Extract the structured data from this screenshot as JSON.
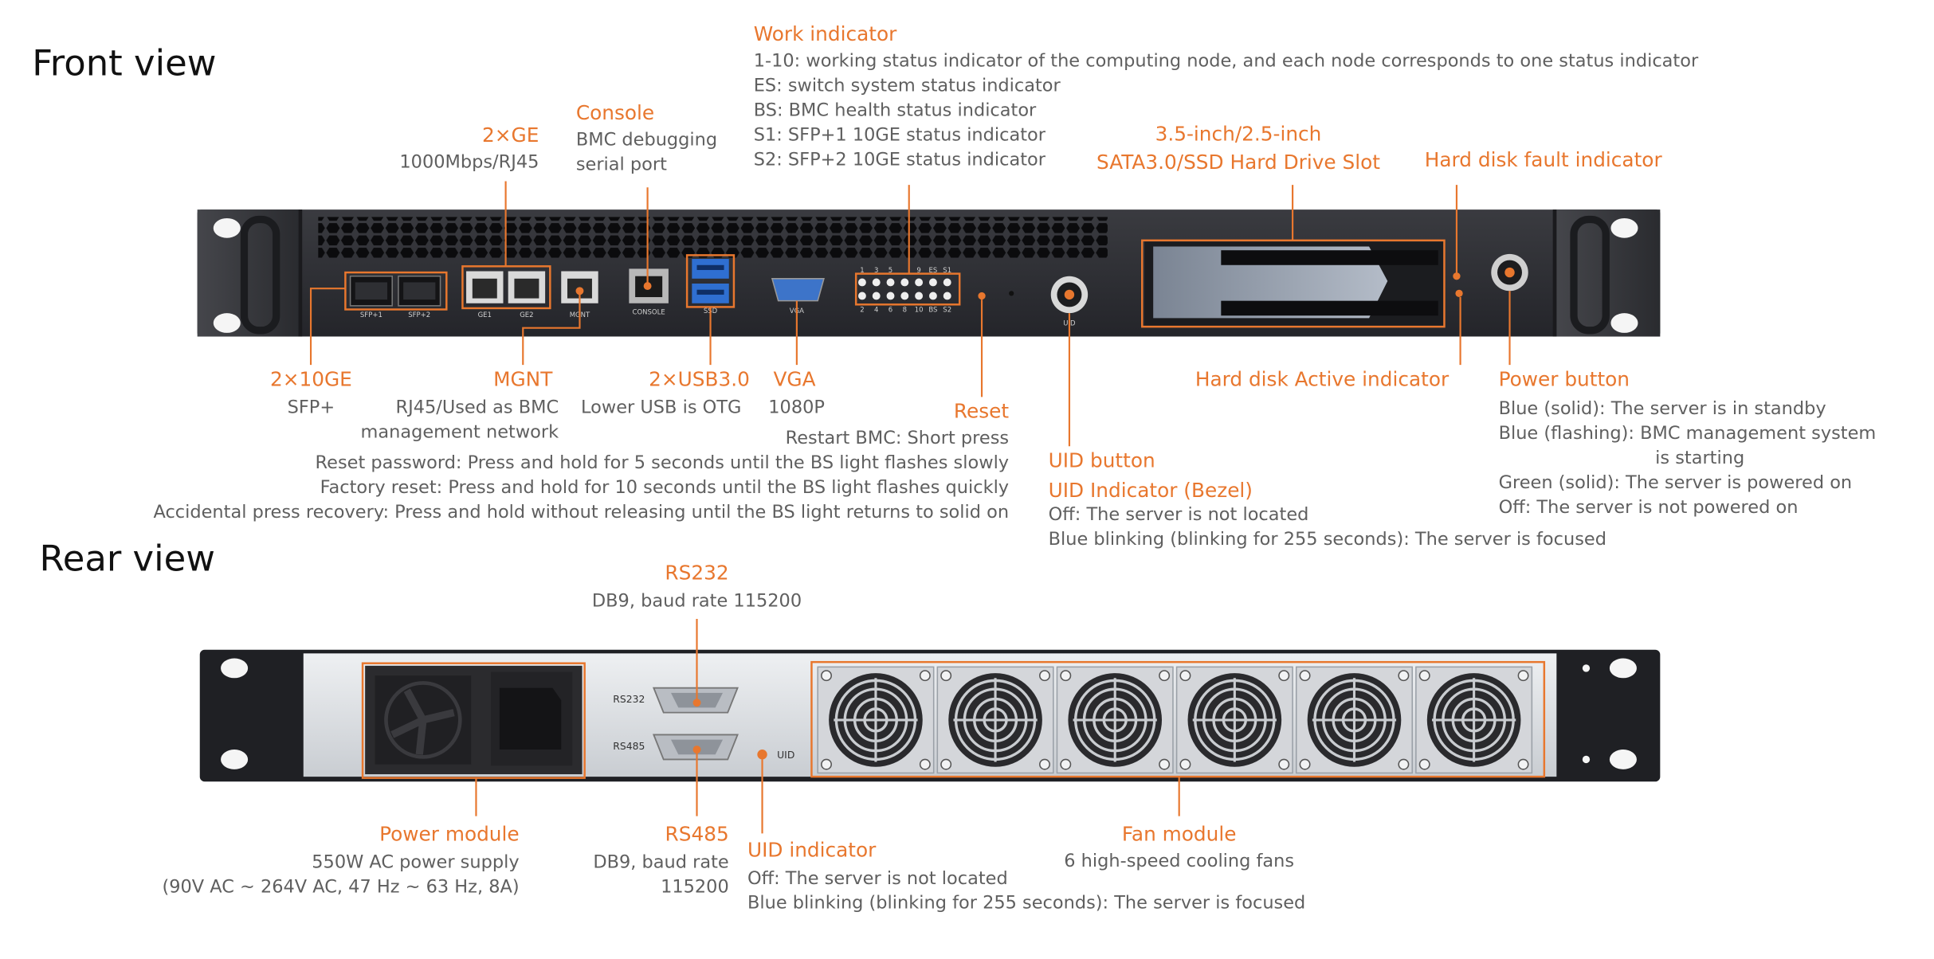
{
  "front": {
    "title": "Front view",
    "work": {
      "title": "Work indicator",
      "lines": [
        "1-10: working status indicator of the computing node, and each node corresponds to one status indicator",
        "ES: switch system status indicator",
        "BS: BMC health status indicator",
        "S1: SFP+1 10GE status indicator",
        "S2: SFP+2 10GE status indicator"
      ]
    },
    "ge": {
      "title": "2×GE",
      "desc": "1000Mbps/RJ45"
    },
    "console": {
      "title": "Console",
      "lines": [
        "BMC debugging",
        "serial port"
      ]
    },
    "slot": {
      "lines": [
        "3.5-inch/2.5-inch",
        "SATA3.0/SSD Hard Drive Slot"
      ]
    },
    "hdd_fault": {
      "title": "Hard disk fault indicator"
    },
    "sfp": {
      "title": "2×10GE",
      "desc": "SFP+"
    },
    "mgnt": {
      "title": "MGNT",
      "lines": [
        "RJ45/Used as BMC",
        "management network"
      ]
    },
    "usb": {
      "title": "2×USB3.0",
      "desc": "Lower USB is OTG"
    },
    "vga": {
      "title": "VGA",
      "desc": "1080P"
    },
    "reset": {
      "title": "Reset",
      "lines": [
        "Restart BMC: Short press",
        "Reset password: Press and hold for 5 seconds until the BS light flashes slowly",
        "Factory reset: Press and hold for 10 seconds until the BS light flashes quickly",
        "Accidental press recovery: Press and hold without releasing until the BS light returns to solid on"
      ]
    },
    "uid": {
      "title1": "UID button",
      "title2": "UID Indicator (Bezel)",
      "lines": [
        "Off: The server is not located",
        "Blue blinking (blinking for 255 seconds): The server is focused"
      ]
    },
    "hdd_active": {
      "title": "Hard disk Active indicator"
    },
    "power": {
      "title": "Power button",
      "l1": "Blue (solid): The server is in standby",
      "l2": "Blue (flashing): BMC management system",
      "l2b": "is starting",
      "l3": "Green (solid): The server is powered on",
      "l4": "Off: The server is not powered on"
    },
    "panel_labels": {
      "sfp1": "SFP+1",
      "sfp2": "SFP+2",
      "ge1": "GE1",
      "ge2": "GE2",
      "mgnt": "MGNT",
      "console": "CONSOLE",
      "ssd": "SSD",
      "vga": "VGA",
      "uid": "UID",
      "led_top": [
        "1",
        "3",
        "5",
        "",
        "9",
        "ES",
        "S1"
      ],
      "led_bottom": [
        "2",
        "4",
        "6",
        "8",
        "10",
        "BS",
        "S2"
      ]
    }
  },
  "rear": {
    "title": "Rear view",
    "rs232": {
      "title": "RS232",
      "desc": "DB9, baud rate 115200"
    },
    "rs485": {
      "title": "RS485",
      "lines": [
        "DB9, baud rate",
        "115200"
      ]
    },
    "power": {
      "title": "Power module",
      "lines": [
        "550W AC power supply",
        "(90V AC ~ 264V AC, 47 Hz ~ 63 Hz, 8A)"
      ]
    },
    "uid": {
      "title": "UID indicator",
      "lines": [
        "Off: The server is not located",
        "Blue blinking (blinking for 255 seconds): The server is focused"
      ]
    },
    "fan": {
      "title": "Fan module",
      "desc": "6 high-speed cooling fans"
    },
    "panel_labels": {
      "rs232": "RS232",
      "rs485": "RS485",
      "uid": "UID"
    }
  },
  "colors": {
    "accent": "#e8772e",
    "text_gray": "#5f5f5f",
    "chassis": "#2b2c30"
  }
}
